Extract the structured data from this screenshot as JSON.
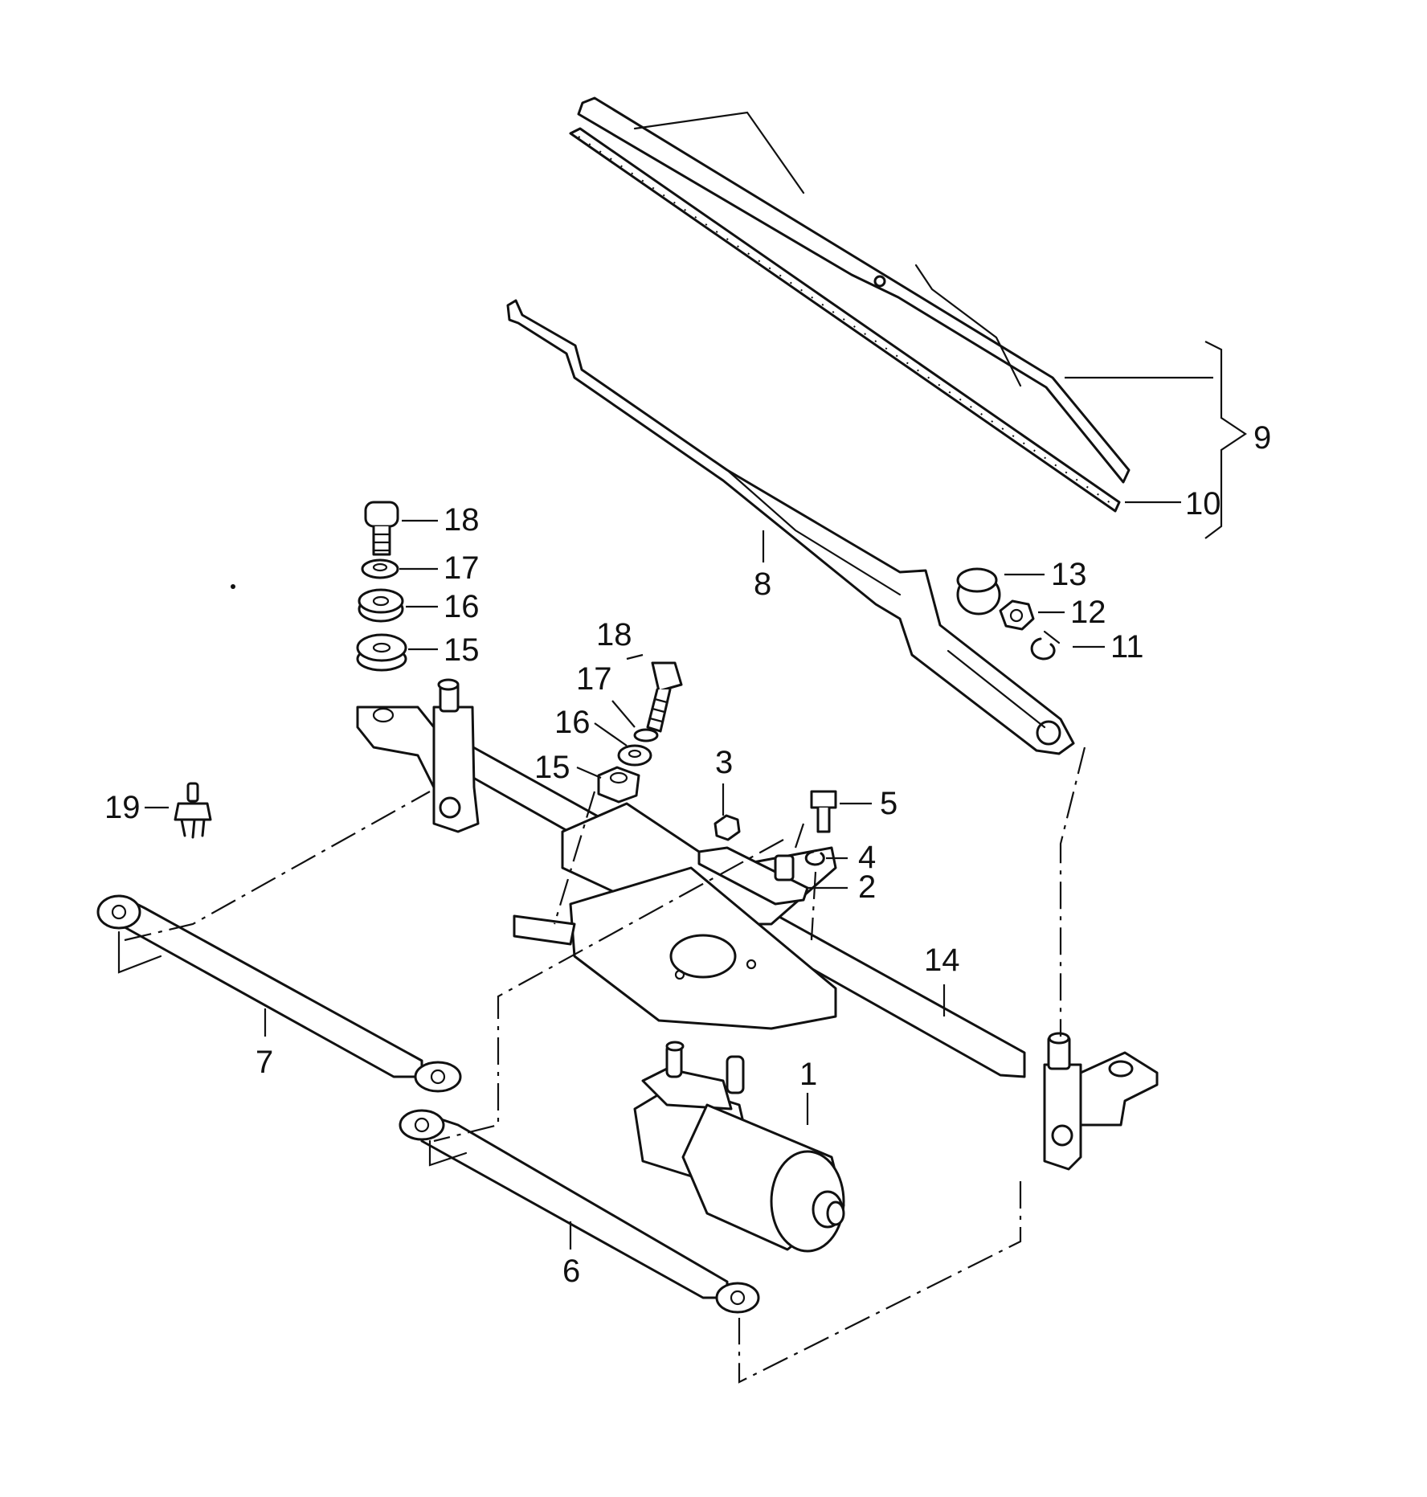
{
  "callouts": {
    "c1": "1",
    "c2": "2",
    "c3": "3",
    "c4": "4",
    "c5": "5",
    "c6": "6",
    "c7": "7",
    "c8": "8",
    "c9": "9",
    "c10": "10",
    "c11": "11",
    "c12": "12",
    "c13": "13",
    "c14": "14",
    "c15": "15",
    "c16": "16",
    "c17": "17",
    "c18": "18",
    "c15b": "15",
    "c16b": "16",
    "c17b": "17",
    "c18b": "18",
    "c19": "19"
  },
  "colors": {
    "line": "#111111",
    "background": "#ffffff"
  }
}
